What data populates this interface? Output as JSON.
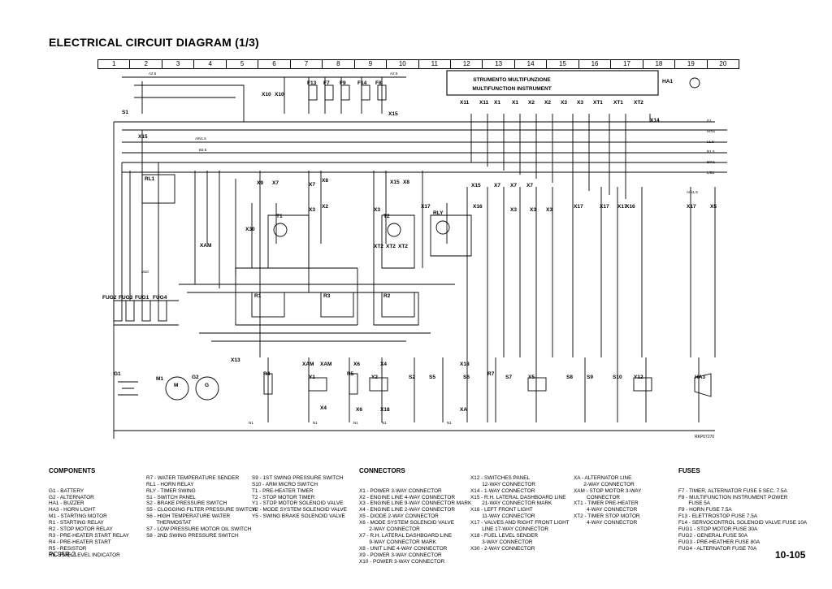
{
  "title": "ELECTRICAL CIRCUIT DIAGRAM (1/3)",
  "ruler": [
    "1",
    "2",
    "3",
    "4",
    "5",
    "6",
    "7",
    "8",
    "9",
    "10",
    "11",
    "12",
    "13",
    "14",
    "15",
    "16",
    "17",
    "18",
    "19",
    "20"
  ],
  "instrument": {
    "line1": "STRUMENTO MULTIFUNZIONE",
    "line2": "MULTIFUNCTION INSTRUMENT"
  },
  "fuse_labels": [
    "F13",
    "F7",
    "F9",
    "F14",
    "F8"
  ],
  "fug_labels": [
    "FUG2",
    "FUG3",
    "FUG1",
    "FUG4"
  ],
  "relay_labels": [
    "RL1",
    "T1",
    "T2",
    "RLY",
    "R1",
    "R3",
    "R2"
  ],
  "connector_labels": [
    "X10",
    "X10",
    "X15",
    "X15",
    "X14",
    "X9",
    "X7",
    "X8",
    "X7",
    "X15",
    "X8",
    "X3",
    "X2",
    "X3",
    "X17",
    "X15",
    "X16",
    "X7",
    "X7",
    "X7",
    "X3",
    "X3",
    "X3",
    "X17",
    "X17",
    "X17",
    "X16",
    "X17",
    "X5",
    "X30",
    "XAM",
    "XAM",
    "XAM",
    "X4",
    "X6",
    "X4",
    "X6",
    "X18",
    "X18",
    "XA",
    "X13",
    "X11",
    "X11",
    "X1",
    "X1",
    "X2",
    "X2",
    "X3",
    "X3",
    "XT1",
    "XT1",
    "XT2",
    "XT2",
    "XT2",
    "XT2"
  ],
  "component_labels": [
    "G1",
    "M1",
    "G2",
    "G",
    "M",
    "R4",
    "Y1",
    "R5",
    "Y2",
    "S2",
    "S5",
    "S6",
    "R7",
    "S7",
    "Y5",
    "S8",
    "S9",
    "S10",
    "Y12",
    "HA3",
    "HA1",
    "S1"
  ],
  "wire_labels": [
    "A2.5",
    "A2.5",
    "A/N1.5",
    "B2.5",
    "N1",
    "N1",
    "N1",
    "N1",
    "N1",
    "G1",
    "R/N1",
    "L1.5",
    "R1.5",
    "B/N1",
    "L/B1",
    "A/N1.5",
    "M10"
  ],
  "ref_code": "RKP07270",
  "legend": {
    "components": {
      "heading": "COMPONENTS",
      "col1": [
        "G1 - BATTERY",
        "G2 - ALTERNATOR",
        "HA1 - BUZZER",
        "HA3 - HORN LIGHT",
        "M1 - STARTING MOTOR",
        "R1 - STARTING RELAY",
        "R2 - STOP MOTOR RELAY",
        "R3 - PRE-HEATER START RELAY",
        "R4 - PRE-HEATER START",
        "R5 - RESISTOR",
        "R6 - FUEL LEVEL INDICATOR"
      ],
      "col2": [
        "R7 - WATER TEMPERATURE SENDER",
        "RL1 - HORN RELAY",
        "RLY - TIMER SWING",
        "S1 - SWITCH PANEL",
        "S2 - BRAKE PRESSURE SWITCH",
        "S5 - CLOGGING FILTER PRESSURE SWITCH",
        "S6 - HIGH TEMPERATURE WATER",
        "       THERMOSTAT",
        "S7 - LOW PRESSURE MOTOR OIL SWITCH",
        "S8 - 2ND SWING PRESSURE SWITCH"
      ],
      "col3": [
        "S9 - 1ST SWING PRESSURE SWITCH",
        "S10 - ARM MICRO SWITCH",
        "T1 - PRE-HEATER TIMER",
        "T2 - STOP MOTOR TIMER",
        "Y1 - STOP MOTOR SOLENOID VALVE",
        "Y2 - MODE SYSTEM SOLENOID VALVE",
        "Y5 - SWING BRAKE SOLENOID VALVE"
      ]
    },
    "connectors": {
      "heading": "CONNECTORS",
      "col1": [
        "X1 - POWER 3-WAY CONNECTOR",
        "X2 - ENGINE LINE 4-WAY CONNECTOR",
        "X3 - ENGINE LINE 9-WAY CONNECTOR MARK",
        "X4 - ENGINE LINE 2-WAY CONNECTOR",
        "X5 - DIODE 2-WAY CONNECTOR",
        "X6 - MODE SYSTEM SOLENOID VALVE",
        "       2-WAY CONNECTOR",
        "X7 - R.H. LATERAL DASHBOARD LINE",
        "       9-WAY CONNECTOR MARK",
        "X8 - UNIT LINE 4-WAY CONNECTOR",
        "X9 - POWER 3-WAY CONNECTOR",
        "X10 - POWER 3-WAY CONNECTOR"
      ],
      "col2": [
        "X12 - SWITCHES PANEL",
        "        12-WAY CONNECTOR",
        "X14 - 1-WAY CONNECTOR",
        "X15 - R.H. LATERAL DASHBOARD LINE",
        "        21-WAY CONNECTOR MARK",
        "X16 - LEFT FRONT LIGHT",
        "        11-WAY CONNECTOR",
        "X17 - VALVES AND RIGHT FRONT LIGHT",
        "        LINE 17-WAY CONNECTOR",
        "X18 - FUEL LEVEL SENDER",
        "        3-WAY CONNECTOR",
        "X30 - 2-WAY CONNECTOR"
      ],
      "col3": [
        "XA - ALTERNATOR LINE",
        "       2-WAY CONNECTOR",
        "XAM - STOP MOTOR 3-WAY",
        "         CONNECTOR",
        "XT1 - TIMER PRE-HEATER",
        "         4-WAY CONNECTOR",
        "XT2 - TIMER STOP MOTOR",
        "         4-WAY CONNECTOR"
      ]
    },
    "fuses": {
      "heading": "FUSES",
      "col1": [
        "F7 - TIMER, ALTERNATOR FUSE 5 SEC. 7.5A",
        "F8 - MULTIFUNCTION INSTRUMENT POWER",
        "       FUSE 5A",
        "F9 - HORN FUSE 7.5A",
        "F13 - ELETTROSTOP FUSE 7.5A",
        "F14 - SERVOCONTROL SOLENOID VALVE FUSE 10A",
        "FUG1 - STOP MOTOR FUSE 30A",
        "FUG2 - GENERAL FUSE 50A",
        "FUG3 - PRE-HEATHER FUSE 80A",
        "FUG4 - ALTERNATOR FUSE 70A"
      ]
    }
  },
  "footer": {
    "model": "PC95R-2",
    "page": "10-105"
  }
}
